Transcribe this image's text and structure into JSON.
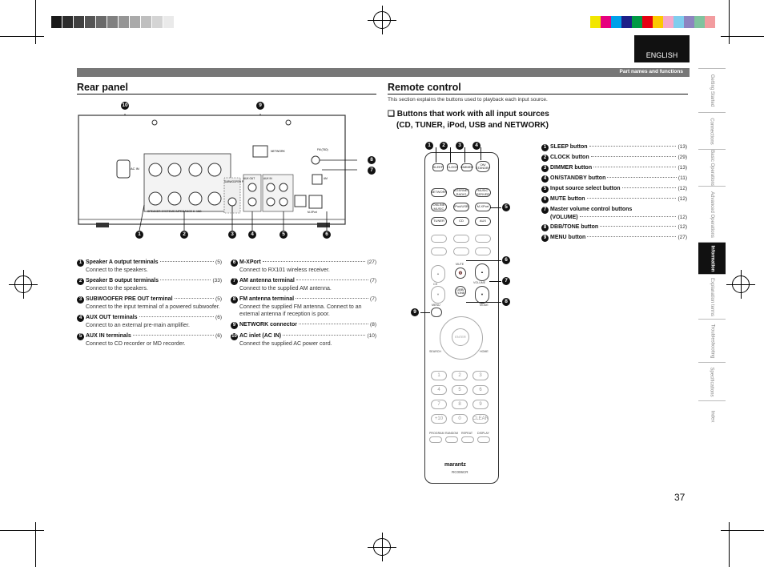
{
  "header": {
    "language": "ENGLISH",
    "section_title": "Part names and functions"
  },
  "side_tabs": [
    {
      "label": "Getting Started",
      "active": false
    },
    {
      "label": "Connections",
      "active": false
    },
    {
      "label": "Basic Operations",
      "active": false
    },
    {
      "label": "Advanced Operations",
      "active": false
    },
    {
      "label": "Information",
      "active": true
    },
    {
      "label": "Explanation terms",
      "active": false
    },
    {
      "label": "Troubleshooting",
      "active": false
    },
    {
      "label": "Specifications",
      "active": false
    },
    {
      "label": "Index",
      "active": false
    }
  ],
  "rear_panel": {
    "title": "Rear panel",
    "panel_labels": {
      "network": "NETWORK",
      "fm": "FM (75Ω)",
      "am": "AM",
      "ac_in": "AC IN",
      "speakers": "SPEAKER SYSTEMS IMPEDANCE 6~16Ω",
      "subwoofer": "SUBWOOFER PRE OUT",
      "aux_out": "AUX OUT",
      "aux_in": "AUX IN",
      "mxport": "M-XPort"
    },
    "items_left": [
      {
        "num": "1",
        "label": "Speaker A output terminals",
        "ref": "(5)",
        "desc": "Connect to the speakers."
      },
      {
        "num": "2",
        "label": "Speaker B output terminals",
        "ref": "(33)",
        "desc": "Connect to the speakers."
      },
      {
        "num": "3",
        "label": "SUBWOOFER PRE OUT terminal",
        "ref": "(5)",
        "desc": "Connect to the input terminal of a powered subwoofer."
      },
      {
        "num": "4",
        "label": "AUX OUT terminals",
        "ref": "(6)",
        "desc": "Connect to an external pre-main amplifier."
      },
      {
        "num": "5",
        "label": "AUX IN terminals",
        "ref": "(6)",
        "desc": "Connect to CD recorder or MD recorder."
      }
    ],
    "items_right": [
      {
        "num": "6",
        "label": "M-XPort",
        "ref": "(27)",
        "desc": "Connect to RX101 wireless receiver."
      },
      {
        "num": "7",
        "label": "AM antenna terminal",
        "ref": "(7)",
        "desc": "Connect to the supplied AM antenna."
      },
      {
        "num": "8",
        "label": "FM antenna terminal",
        "ref": "(7)",
        "desc": "Connect the supplied FM antenna. Connect to an external antenna if reception is poor."
      },
      {
        "num": "9",
        "label": "NETWORK connector",
        "ref": "(8)",
        "desc": ""
      },
      {
        "num": "10",
        "label": "AC inlet (AC IN)",
        "ref": "(10)",
        "desc": "Connect the supplied AC power cord."
      }
    ]
  },
  "remote_control": {
    "title": "Remote control",
    "intro": "This section explains the buttons used to playback each input source.",
    "subtitle_line1": "❑ Buttons that work with all input sources",
    "subtitle_line2": "(CD, TUNER, iPod, USB and NETWORK)",
    "items": [
      {
        "num": "1",
        "label": "SLEEP button",
        "ref": "(13)"
      },
      {
        "num": "2",
        "label": "CLOCK button",
        "ref": "(29)"
      },
      {
        "num": "3",
        "label": "DIMMER button",
        "ref": "(13)"
      },
      {
        "num": "4",
        "label": "ON/STANDBY button",
        "ref": "(11)"
      },
      {
        "num": "5",
        "label": "Input source select button",
        "ref": "(12)"
      },
      {
        "num": "6",
        "label": "MUTE button",
        "ref": "(12)"
      },
      {
        "num": "7",
        "label": "Master volume control buttons",
        "label2": "(VOLUME)",
        "ref": "(12)"
      },
      {
        "num": "8",
        "label": "DBB/TONE button",
        "ref": "(12)"
      },
      {
        "num": "9",
        "label": "MENU button",
        "ref": "(27)"
      }
    ],
    "buttons": {
      "sleep": "SLEEP",
      "clock": "CLOCK",
      "dimmer": "DIMMER",
      "on_standby": "ON/ STANDBY",
      "network": "NETWORK",
      "internet_radio": "INTERNET RADIO",
      "music_server": "MUSIC SERVER",
      "online_music": "ONLINE MUSIC",
      "ipod_usb": "iPod/USB",
      "m_xport": "M-XPort",
      "tuner": "TUNER",
      "cd": "CD",
      "aux": "AUX",
      "mute": "MUTE",
      "volume": "VOLUME",
      "dbb_tone": "DBB/ TONE",
      "menu": "MENU",
      "mode": "MODE",
      "ch": "CH",
      "search": "SEARCH",
      "home": "HOME",
      "enter": "ENTER",
      "keypad": [
        "1",
        "2",
        "3",
        "4",
        "5",
        "6",
        "7",
        "8",
        "9",
        "+10",
        "0",
        "CLEAR"
      ],
      "bottom": [
        "PROGRAM",
        "RANDOM",
        "REPEAT",
        "DISPLAY"
      ],
      "brand": "marantz",
      "model": "RC006CR"
    }
  },
  "page_number": "37",
  "colors": {
    "dark": "#111111",
    "bar": "#777777",
    "accent_tab": "#111111"
  }
}
